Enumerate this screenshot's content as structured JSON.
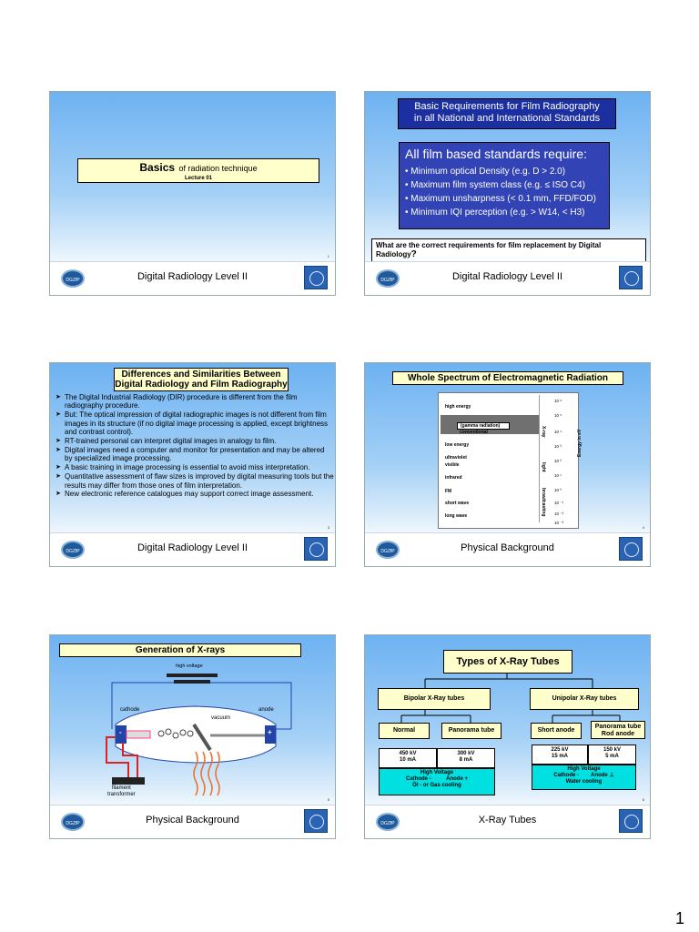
{
  "slides": {
    "s1": {
      "title_big": "Basics",
      "title_rest": "of radiation technique",
      "subtitle": "Lecture 01",
      "footer": "Digital Radiology Level II",
      "page": "1"
    },
    "s2": {
      "header_line1": "Basic Requirements for Film Radiography",
      "header_line2": "in all National and International Standards",
      "list_title": "All film based standards require:",
      "items": [
        "Minimum optical Density (e.g. D > 2.0)",
        "Maximum film system class (e.g. ≤ ISO C4)",
        "Maximum unsharpness (< 0.1 mm, FFD/FOD)",
        "Minimum IQI perception (e.g. > W14, < H3)"
      ],
      "question": "What are the correct requirements for film replacement by Digital Radiology",
      "question_mark": "?",
      "footer": "Digital Radiology Level II",
      "page": "2"
    },
    "s3": {
      "title_line1": "Differences and Similarities Between",
      "title_line2": "Digital Radiology and Film Radiography",
      "bullets": [
        "The Digital Industrial Radiology (DIR) procedure is different from the film radiography procedure.",
        "But: The optical impression of digital radiographic images is not different from film images in its structure (if no digital image processing is applied, except brightness and contrast control).",
        "RT-trained personal can interpret digital images in analogy to film.",
        "Digital images need a computer and monitor for presentation and may be altered by specialized image processing.",
        "A basic training in image processing is essential to avoid miss interpretation.",
        "Quantitative assessment of flaw sizes is improved by digital measuring tools but the results may differ from those ones of film interpretation.",
        "New electronic reference catalogues may support correct image assessment."
      ],
      "footer": "Digital Radiology Level II",
      "page": "3"
    },
    "s4": {
      "title": "Whole Spectrum of Electromagnetic Radiation",
      "rows": [
        "high energy",
        "(gamma radiation)",
        "conventional",
        "low energy",
        "ultraviolet",
        "visible",
        "infrared",
        "FM",
        "short wave",
        "long wave"
      ],
      "exponents": [
        "10 ⁶",
        "10 ⁵",
        "10 ⁴",
        "10 ³",
        "10 ²",
        "10 ¹",
        "10 ⁰",
        "10 ⁻¹",
        "10 ⁻²",
        "10 ⁻³"
      ],
      "band_xray": "X-ray",
      "band_light": "light",
      "band_broadcast": "broadcasting",
      "axis_label": "Energy in eV",
      "footer": "Physical Background",
      "page": "4"
    },
    "s5": {
      "title": "Generation of X-rays",
      "high_voltage": "high voltage",
      "cathode": "cathode",
      "anode": "anode",
      "vacuum": "vacuum",
      "minus": "-",
      "plus": "+",
      "filament_line1": "filament",
      "filament_line2": "transformer",
      "footer": "Physical Background",
      "page": "5"
    },
    "s6": {
      "title": "Types of X-Ray Tubes",
      "bipolar": "Bipolar X-Ray tubes",
      "unipolar": "Unipolar X-Ray tubes",
      "normal": "Normal",
      "panorama": "Panorama tube",
      "short_anode": "Short anode",
      "panorama_rod_line1": "Panorama tube",
      "panorama_rod_line2": "Rod anode",
      "b1_line1": "450 kV",
      "b1_line2": "10 mA",
      "b2_line1": "300 kV",
      "b2_line2": "8 mA",
      "u1_line1": "225 kV",
      "u1_line2": "15 mA",
      "u2_line1": "150 kV",
      "u2_line2": "5 mA",
      "bip_cyan_line1": "High Voltage",
      "bip_cyan_line2": "Cathode -          Anode +",
      "bip_cyan_line3": "Öl - or Gas cooling",
      "uni_cyan_line1": "High Voltage",
      "uni_cyan_line2": "Cathode -        Anode ⊥",
      "uni_cyan_line3": "Water cooling",
      "footer": "X-Ray Tubes",
      "page": "6"
    }
  },
  "logo_text": "DGZfP",
  "page_number": "1"
}
